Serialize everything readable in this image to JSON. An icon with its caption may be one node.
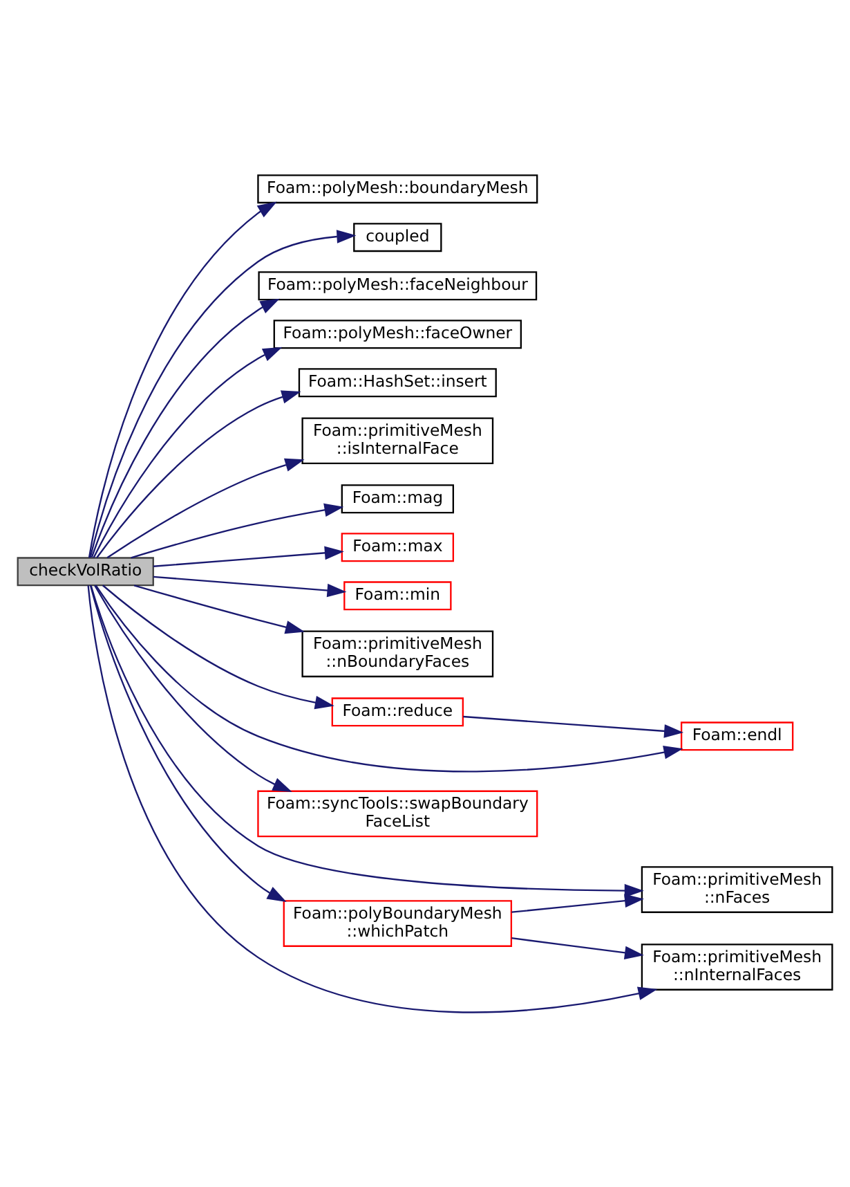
{
  "diagram": {
    "nodes": [
      {
        "text": [
          "checkVolRatio"
        ]
      },
      {
        "text": [
          "Foam::polyMesh::boundaryMesh"
        ]
      },
      {
        "text": [
          "coupled"
        ]
      },
      {
        "text": [
          "Foam::polyMesh::faceNeighbour"
        ]
      },
      {
        "text": [
          "Foam::polyMesh::faceOwner"
        ]
      },
      {
        "text": [
          "Foam::HashSet::insert"
        ]
      },
      {
        "text": [
          "Foam::primitiveMesh ::isInternalFace"
        ]
      },
      {
        "text": [
          "Foam::mag"
        ]
      },
      {
        "text": [
          "Foam::max"
        ]
      },
      {
        "text": [
          "Foam::min"
        ]
      },
      {
        "text": [
          "Foam::primitiveMesh ::nBoundaryFaces"
        ]
      },
      {
        "text": [
          "Foam::reduce"
        ]
      },
      {
        "text": [
          "Foam::polyBoundaryMesh ::whichPatch"
        ]
      },
      {
        "text": [
          "Foam::syncTools::swapBoundary FaceList"
        ]
      },
      {
        "text": [
          "Foam::endl"
        ]
      },
      {
        "text": [
          "Foam::primitiveMesh ::nFaces"
        ]
      },
      {
        "text": [
          "Foam::primitiveMesh ::nInternalFaces"
        ]
      }
    ],
    "edges": [
      {
        "from": 0,
        "to": 1,
        "arrow": "to"
      },
      {
        "from": 0,
        "to": 2,
        "arrow": "to"
      },
      {
        "from": 0,
        "to": 14,
        "arrow": "to"
      },
      {
        "from": 0,
        "to": 3,
        "arrow": "to"
      },
      {
        "from": 0,
        "to": 4,
        "arrow": "to"
      },
      {
        "from": 0,
        "to": 5,
        "arrow": "to"
      },
      {
        "from": 0,
        "to": 6,
        "arrow": "to"
      },
      {
        "from": 0,
        "to": 7,
        "arrow": "to"
      },
      {
        "from": 0,
        "to": 8,
        "arrow": "to"
      },
      {
        "from": 0,
        "to": 9,
        "arrow": "to"
      },
      {
        "from": 0,
        "to": 10,
        "arrow": "to"
      },
      {
        "from": 0,
        "to": 11,
        "arrow": "to"
      },
      {
        "from": 0,
        "to": 15,
        "arrow": "to"
      },
      {
        "from": 0,
        "to": 12,
        "arrow": "to"
      },
      {
        "from": 0,
        "to": 13,
        "arrow": "to"
      },
      {
        "from": 0,
        "to": 16,
        "arrow": "to"
      },
      {
        "from": 11,
        "to": 14,
        "arrow": "to"
      },
      {
        "from": 12,
        "to": 15,
        "arrow": "to"
      },
      {
        "from": 12,
        "to": 16,
        "arrow": "to"
      }
    ]
  }
}
